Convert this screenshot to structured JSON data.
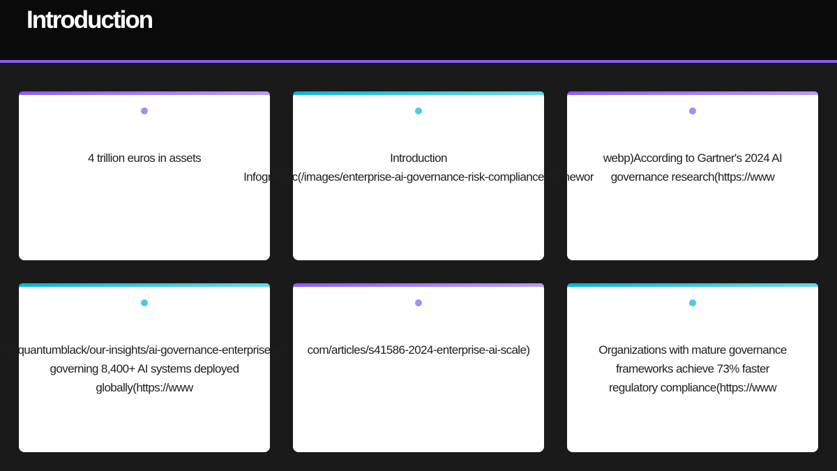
{
  "header": {
    "title": "Introduction"
  },
  "colors": {
    "accent_purple": "#8b5cf6",
    "accent_cyan": "#06b6d4",
    "background": "#1a1a1a"
  },
  "cards": [
    {
      "accent": "purple",
      "lines": [
        "4 trillion euros in assets"
      ]
    },
    {
      "accent": "cyan",
      "lines": [
        "Introduction",
        "Infographic(/images/enterprise-ai-governance-risk-compliance-framewor"
      ]
    },
    {
      "accent": "purple",
      "lines": [
        "webp)According to Gartner's 2024 AI",
        "governance research(https://www"
      ]
    },
    {
      "accent": "cyan",
      "lines": [
        "es/quantumblack/our-insights/ai-governance-enterprise-ac",
        "governing 8,400+ AI systems deployed",
        "globally(https://www"
      ]
    },
    {
      "accent": "purple",
      "lines": [
        "com/articles/s41586-2024-enterprise-ai-scale)"
      ]
    },
    {
      "accent": "cyan",
      "lines": [
        "Organizations with mature governance",
        "frameworks achieve 73% faster",
        "regulatory compliance(https://www"
      ]
    }
  ]
}
